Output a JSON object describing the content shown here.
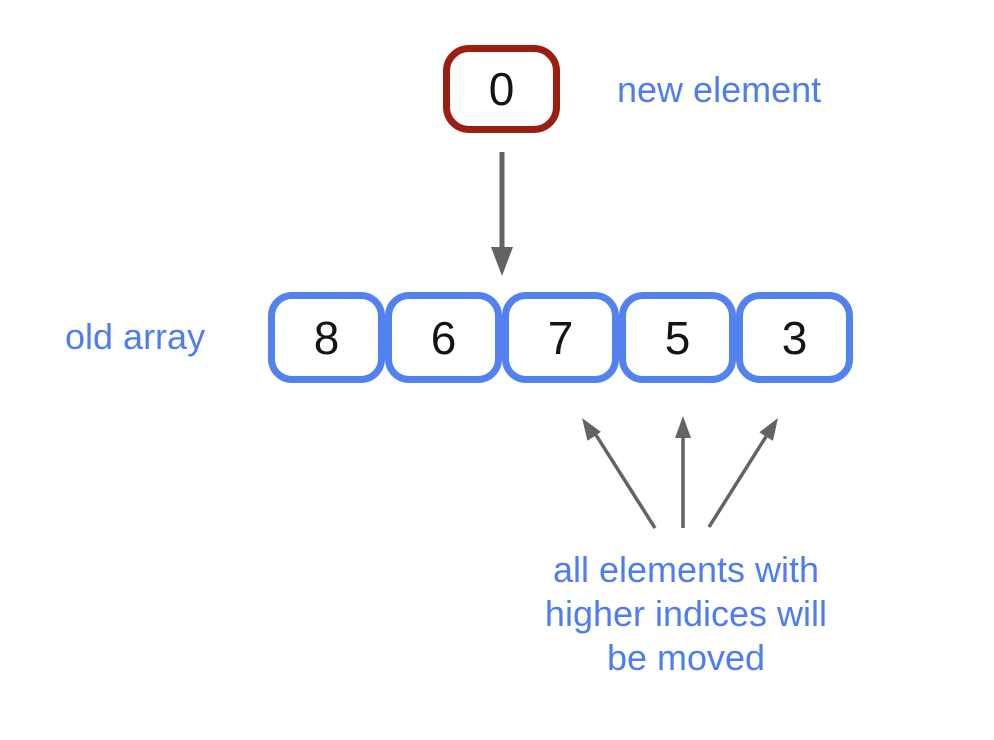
{
  "diagram": {
    "new_element": {
      "value": "0",
      "label": "new element"
    },
    "old_array": {
      "label": "old array",
      "values": [
        "8",
        "6",
        "7",
        "5",
        "3"
      ]
    },
    "annotation": {
      "lines": [
        "all elements with",
        "higher indices will",
        "be moved"
      ]
    },
    "colors": {
      "new_element_border": "#9A1E12",
      "array_border": "#5282EF",
      "label_text": "#4D7DEE",
      "arrow": "#636363",
      "number_text": "#141414",
      "background": "#FFFFFF"
    }
  }
}
